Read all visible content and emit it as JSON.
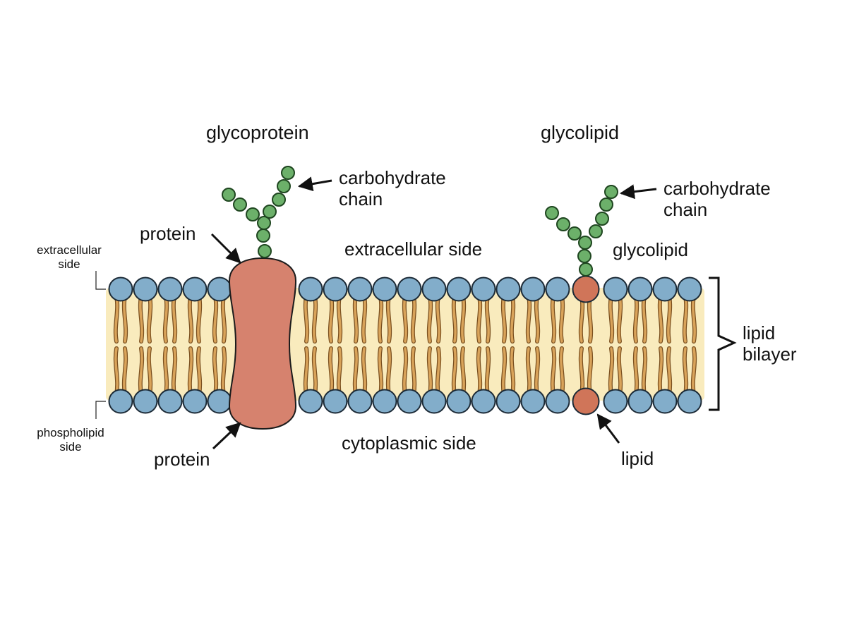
{
  "colors": {
    "head": "#82adca",
    "head_stroke": "#1c2a36",
    "tail": "#d9a35a",
    "tail_stroke": "#7a5020",
    "core": "#f9ebbd",
    "protein": "#d6826e",
    "protein_stroke": "#1c1c1c",
    "sugar": "#6cb06a",
    "sugar_stroke": "#1f4620",
    "lipid_special": "#d07559"
  },
  "icons": {
    "phospholipid": "phospholipid-icon",
    "protein": "transmembrane-protein-icon",
    "sugar": "sugar-bead-icon",
    "arrow": "arrow-icon",
    "bracket": "bracket-icon"
  },
  "labels": {
    "glycoprotein": "glycoprotein",
    "glycolipid_top": "glycolipid",
    "carbohydrate_chain_left": "carbohydrate\nchain",
    "carbohydrate_chain_right": "carbohydrate\nchain",
    "protein_top": "protein",
    "extracellular_side_main": "extracellular side",
    "glycolipid_inner": "glycolipid",
    "extracellular_side_small": "extracellular\nside",
    "lipid_bilayer": "lipid\nbilayer",
    "phospholipid_side_small": "phospholipid\nside",
    "protein_bottom": "protein",
    "cytoplasmic_side": "cytoplasmic side",
    "lipid": "lipid"
  }
}
